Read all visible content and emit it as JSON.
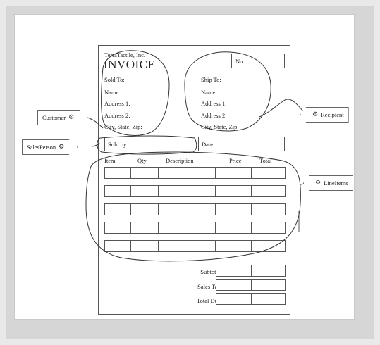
{
  "invoice": {
    "company": "TerraTactile, Inc.",
    "title": "INVOICE",
    "no_label": "No:",
    "sold_to": {
      "heading": "Sold To:",
      "name": "Name:",
      "address1": "Address 1:",
      "address2": "Address 2:",
      "city": "City, State, Zip:"
    },
    "ship_to": {
      "heading": "Ship To:",
      "name": "Name:",
      "address1": "Address 1:",
      "address2": "Address 2:",
      "city": "City, State, Zip:"
    },
    "sold_by_label": "Sold by:",
    "date_label": "Date:",
    "columns": [
      "Item",
      "Qty",
      "Description",
      "Price",
      "Total"
    ],
    "line_item_rows": 5,
    "totals": {
      "subtotal": "Subtotal:",
      "sales_tax": "Sales Tax:",
      "total_due": "Total Due:"
    }
  },
  "tags": {
    "customer": "Customer",
    "salesperson": "SalesPerson",
    "recipient": "Recipient",
    "lineitems": "LineItems",
    "icon": "gear-icon"
  },
  "colors": {
    "frame": "#d6d6d6",
    "stroke": "#444444"
  }
}
